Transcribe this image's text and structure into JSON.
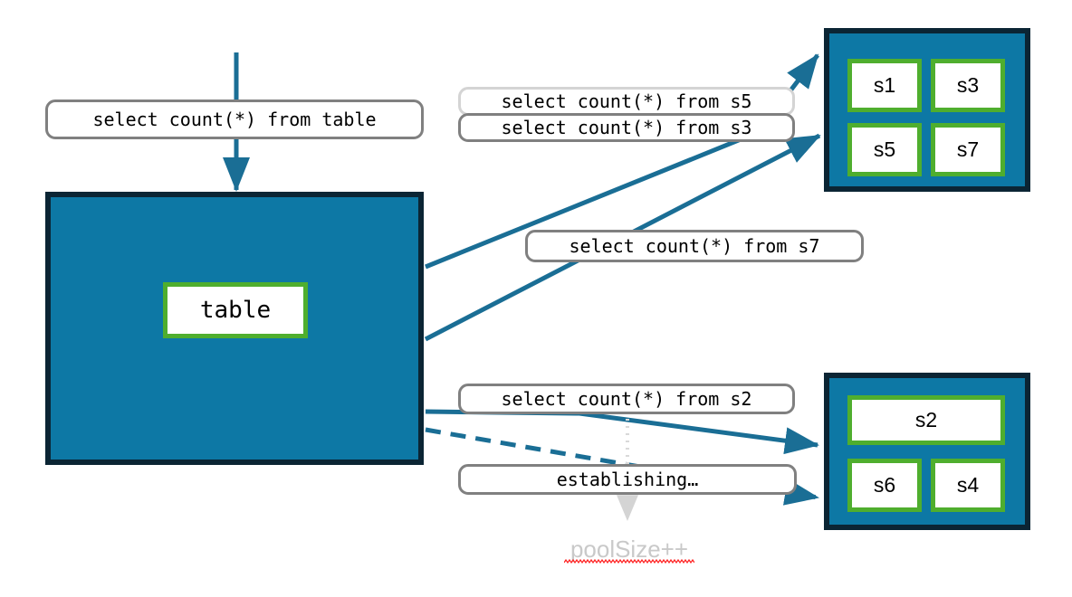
{
  "diagram": {
    "title": "connection pool query routing",
    "colors": {
      "panel_fill": "#0d78a5",
      "panel_border": "#0b2534",
      "node_border": "#4fae2e",
      "node_fill": "#ffffff",
      "edge": "#1a6e95",
      "label_border": "#808080",
      "label_border_muted": "#d4d4d4",
      "ghost_text": "#c9c9c9",
      "spellcheck_underline": "#ff0000"
    }
  },
  "main_panel": {
    "name": "database-server",
    "node": {
      "label": "table"
    }
  },
  "pool_top": {
    "name": "connection-pool-top",
    "nodes": [
      {
        "label": "s1"
      },
      {
        "label": "s3"
      },
      {
        "label": "s5"
      },
      {
        "label": "s7"
      }
    ]
  },
  "pool_bottom": {
    "name": "connection-pool-bottom",
    "nodes": [
      {
        "label": "s2"
      },
      {
        "label": "s6"
      },
      {
        "label": "s4"
      }
    ]
  },
  "labels": {
    "query_table": "select count(*) from table",
    "query_s5": "select count(*) from s5",
    "query_s3": "select count(*) from s3",
    "query_s7": "select count(*) from s7",
    "query_s2": "select count(*) from s2",
    "establishing": "establishing…",
    "pool_size": "poolSize++"
  }
}
